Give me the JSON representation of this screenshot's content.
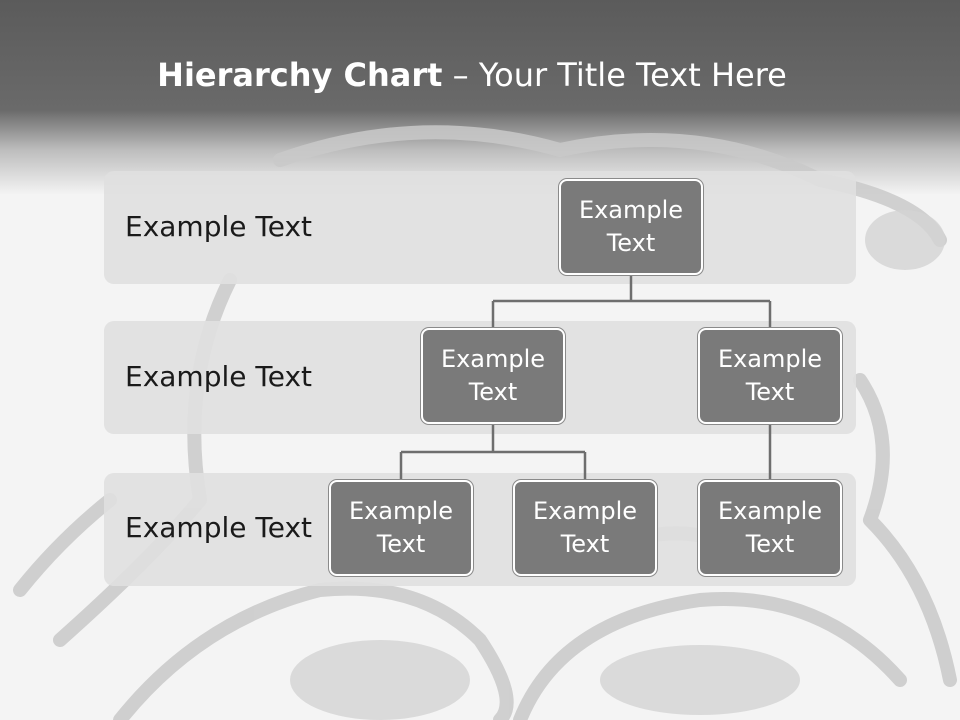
{
  "title": {
    "bold": "Hierarchy Chart",
    "rest": " – Your Title Text Here"
  },
  "levels": [
    {
      "label": "Example Text"
    },
    {
      "label": "Example Text"
    },
    {
      "label": "Example Text"
    }
  ],
  "nodes": {
    "root": "Example Text",
    "l2_left": "Example Text",
    "l2_right": "Example Text",
    "l3_a": "Example Text",
    "l3_b": "Example Text",
    "l3_c": "Example Text"
  },
  "colors": {
    "header": "#5b5b5b",
    "band": "#e0e0e0",
    "node": "#7a7a7a",
    "connector": "#6e6e6e"
  }
}
